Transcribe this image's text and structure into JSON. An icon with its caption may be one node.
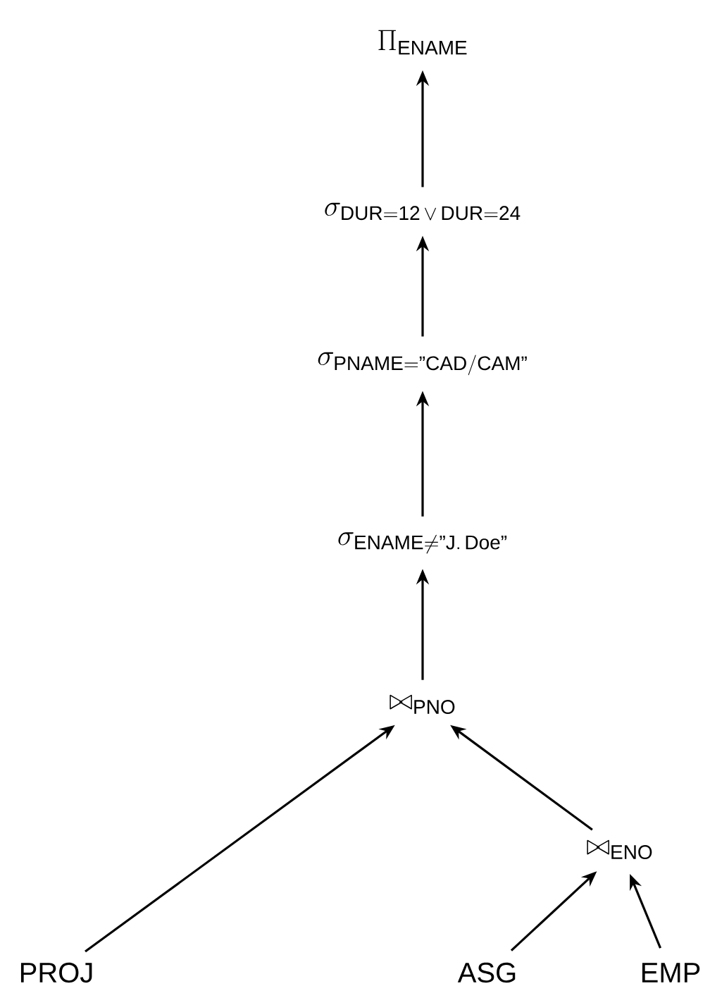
{
  "diagram": {
    "nodes": [
      {
        "text": [
          "\\Pi_{\\mathrm{ENAME}}"
        ]
      },
      {
        "text": [
          "\\sigma_{\\mathrm{DUR{=}12}\\,\\vee\\,\\mathrm{DUR{=}24}}"
        ]
      },
      {
        "text": [
          "\\sigma_{\\mathrm{PNAME{=}”CAD/CAM”}}"
        ]
      },
      {
        "text": [
          "\\sigma_{\\mathrm{ENAME}\\neq\\mathrm{”J.\\,Doe”}}"
        ]
      },
      {
        "text": [
          "\\bowtie_{\\mathrm{PNO}}"
        ]
      },
      {
        "text": [
          "\\bowtie_{\\mathrm{ENO}}"
        ]
      },
      {
        "text": [
          "PROJ"
        ]
      },
      {
        "text": [
          "ASG"
        ]
      },
      {
        "text": [
          "EMP"
        ]
      }
    ],
    "edges": [
      {
        "from": 1,
        "to": 0,
        "arrow": "to"
      },
      {
        "from": 2,
        "to": 1,
        "arrow": "to"
      },
      {
        "from": 3,
        "to": 2,
        "arrow": "to"
      },
      {
        "from": 4,
        "to": 3,
        "arrow": "to"
      },
      {
        "from": 6,
        "to": 4,
        "arrow": "to"
      },
      {
        "from": 5,
        "to": 4,
        "arrow": "to"
      },
      {
        "from": 7,
        "to": 5,
        "arrow": "to"
      },
      {
        "from": 8,
        "to": 5,
        "arrow": "to"
      }
    ]
  }
}
